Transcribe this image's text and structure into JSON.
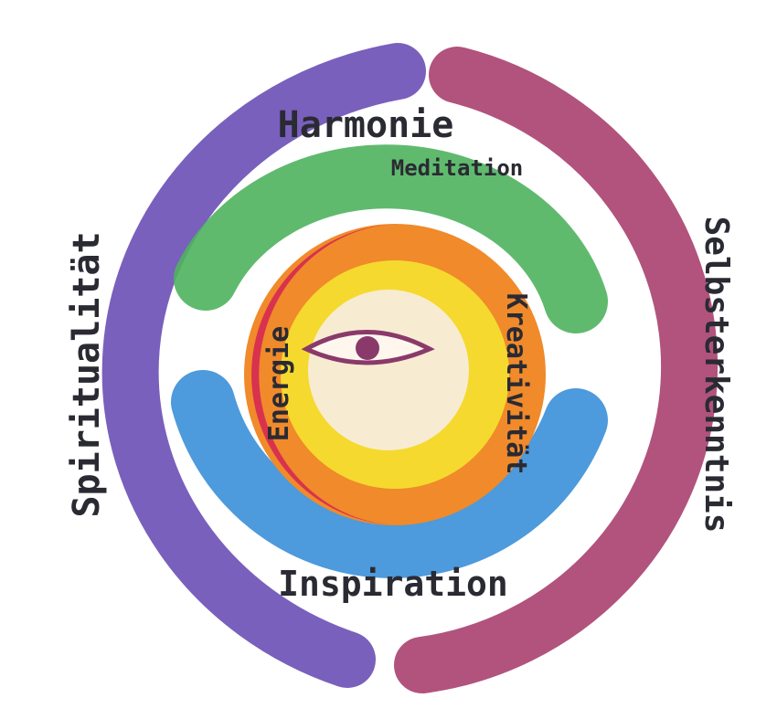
{
  "logo": {
    "outer_left": {
      "label": "Spiritualität",
      "color": "#6a4fb5"
    },
    "outer_right": {
      "label": "Selbsterkenntnis",
      "color": "#a8406f"
    },
    "top": {
      "label": "Harmonie",
      "sublabel": "Meditation",
      "color": "#4fb35e"
    },
    "bottom": {
      "label": "Inspiration",
      "color": "#3a8fd8"
    },
    "center_left": {
      "label": "Energie",
      "color": "#d8324f"
    },
    "center_right": {
      "label": "Kreativität",
      "color": "#f08a2a"
    },
    "center_yellow": "#f6d92e",
    "center_core": "#f7ecd2",
    "eye_color": "#8a3a6a"
  }
}
